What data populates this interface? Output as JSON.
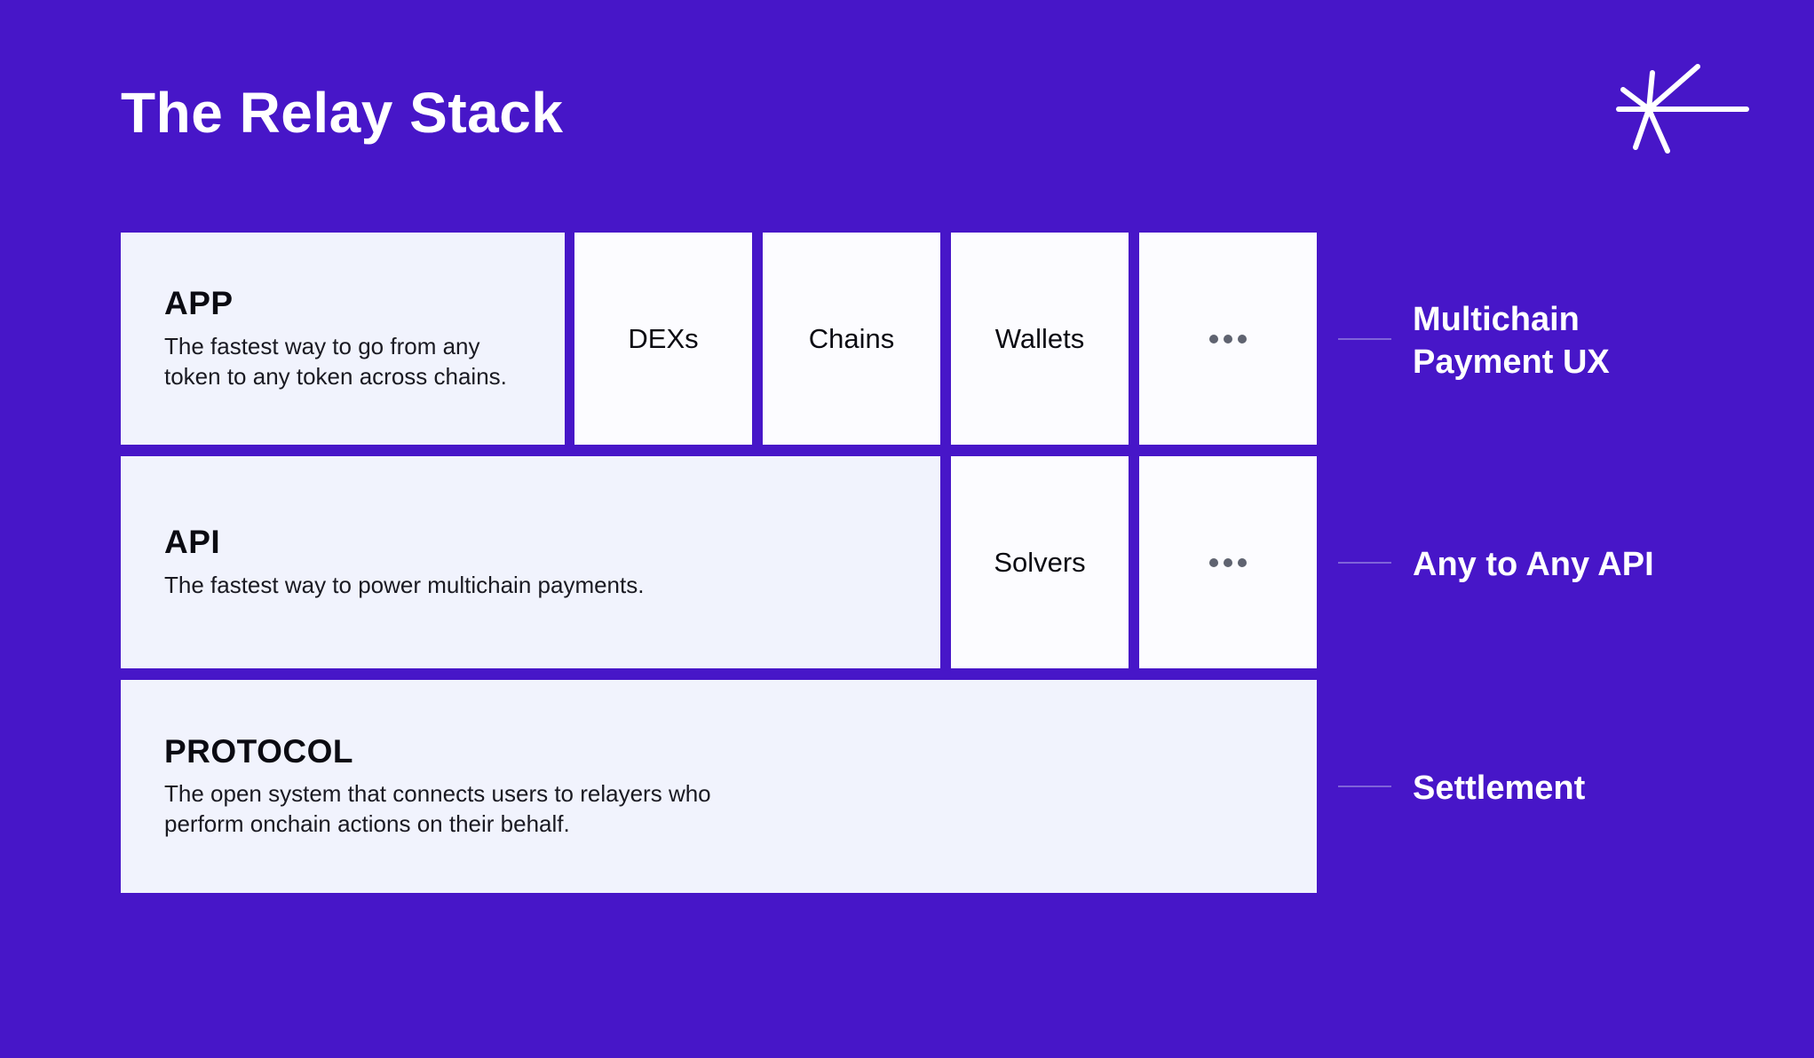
{
  "title": "The Relay Stack",
  "logo": {
    "icon": "relay-starburst-icon",
    "color": "#FFFFFF"
  },
  "colors": {
    "background": "#4716C8",
    "layer_fill": "#F1F3FD",
    "tile_fill": "#FCFCFF",
    "text_dark": "#0B0B12",
    "dots": "#5F6370",
    "connector": "#7F63D9",
    "label_text": "#FFFFFF"
  },
  "layers": [
    {
      "name": "APP",
      "description": "The fastest way to go from any token to any token across chains.",
      "tiles": [
        "DEXs",
        "Chains",
        "Wallets",
        "more-dots-icon"
      ],
      "side_label": "Multichain Payment UX"
    },
    {
      "name": "API",
      "description": "The fastest way to power multichain payments.",
      "tiles": [
        "Solvers",
        "more-dots-icon"
      ],
      "side_label": "Any to Any API"
    },
    {
      "name": "PROTOCOL",
      "description": "The open system that connects users to relayers who perform onchain actions on their behalf.",
      "tiles": [],
      "side_label": "Settlement"
    }
  ]
}
